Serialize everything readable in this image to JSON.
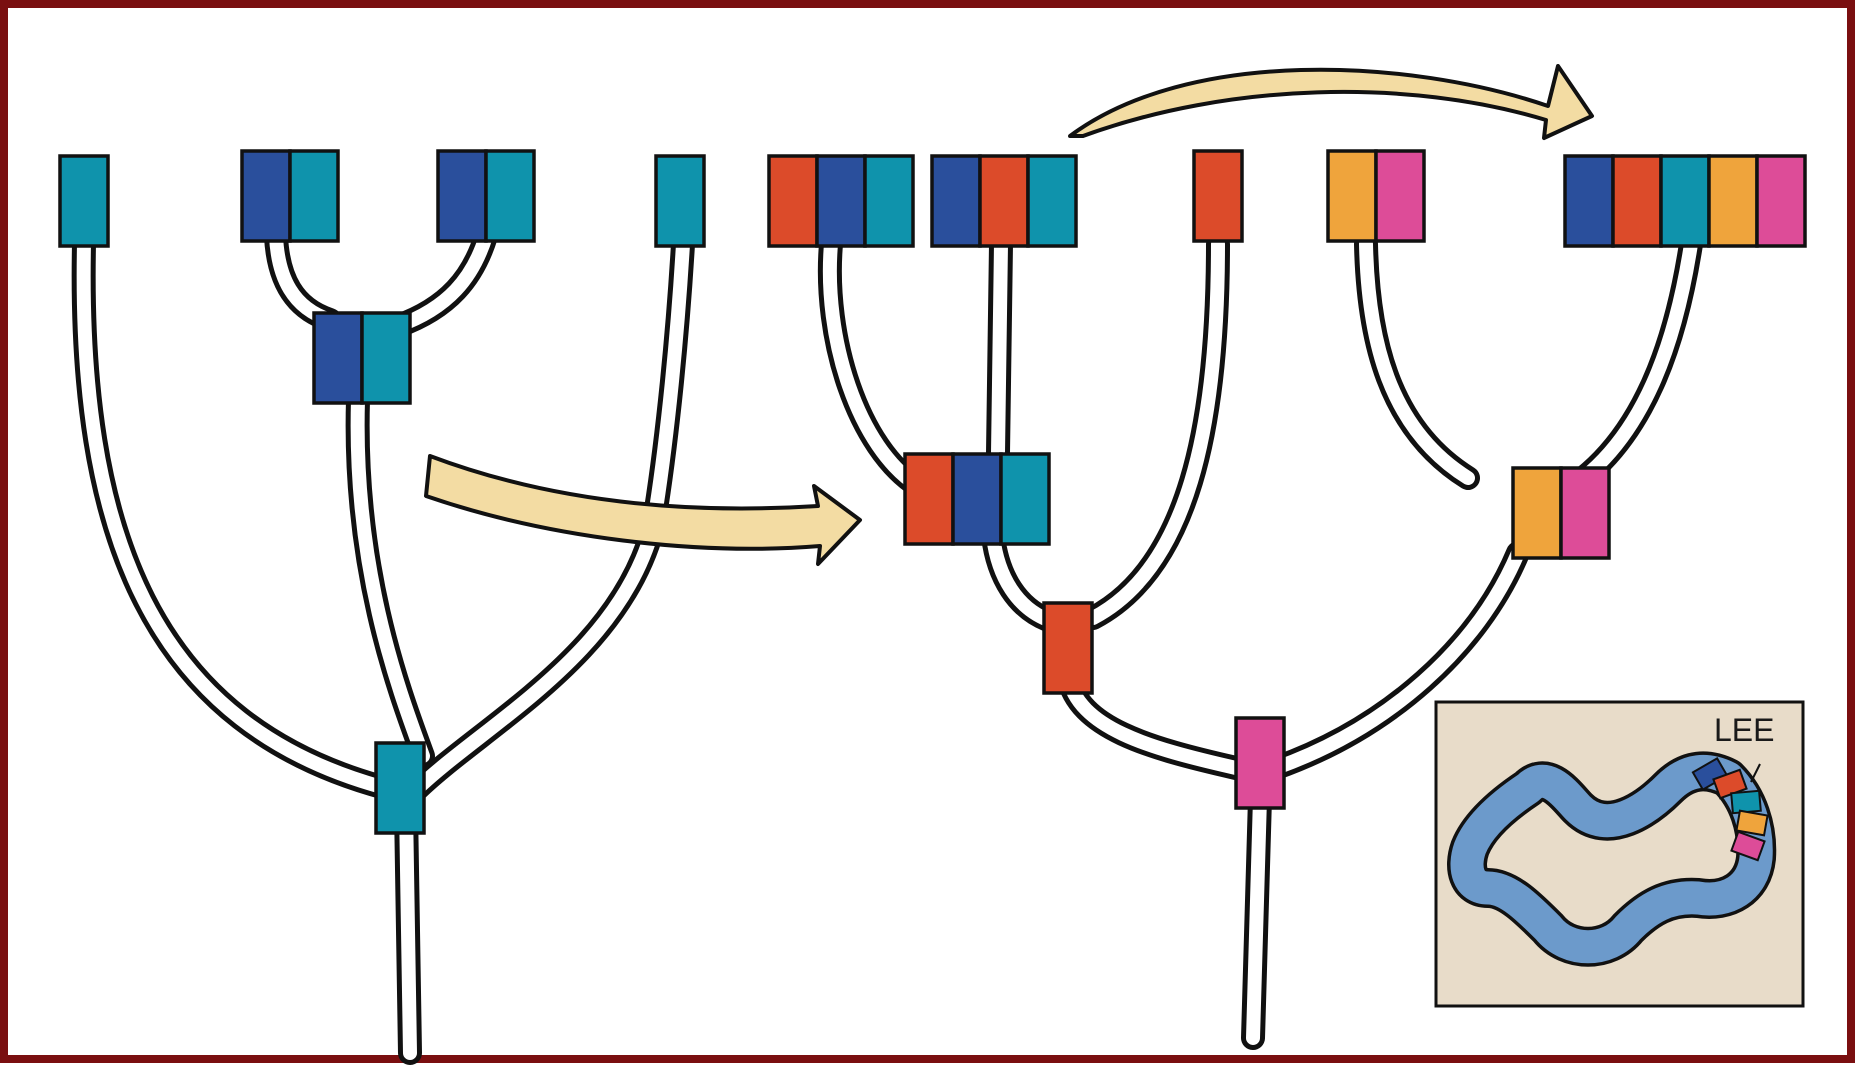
{
  "colors": {
    "dark_blue": "#2a4f9c",
    "teal": "#0f93ac",
    "red": "#dc4b2a",
    "orange": "#efa43c",
    "pink": "#dd4c98",
    "arrow_fill": "#f3dca3",
    "inset_bg": "#e8dcc9",
    "loop_blue": "#6c9acb",
    "frame": "#7a0f10"
  },
  "inset": {
    "label": "LEE",
    "segment_colors": [
      "dark_blue",
      "red",
      "teal",
      "orange",
      "pink"
    ]
  },
  "tree1": {
    "leaves": [
      [
        "teal"
      ],
      [
        "dark_blue",
        "teal"
      ],
      [
        "dark_blue",
        "teal"
      ],
      [
        "teal"
      ]
    ],
    "internal": [
      [
        "dark_blue",
        "teal"
      ],
      [
        "teal"
      ]
    ]
  },
  "tree2": {
    "leaves": [
      [
        "red",
        "dark_blue",
        "teal"
      ],
      [
        "dark_blue",
        "red",
        "teal"
      ],
      [
        "red"
      ],
      [
        "orange",
        "pink"
      ]
    ],
    "internal": [
      [
        "red",
        "dark_blue",
        "teal"
      ],
      [
        "red"
      ],
      [
        "orange",
        "pink"
      ],
      [
        "pink"
      ]
    ],
    "merged_result": [
      "dark_blue",
      "red",
      "teal",
      "orange",
      "pink"
    ]
  }
}
